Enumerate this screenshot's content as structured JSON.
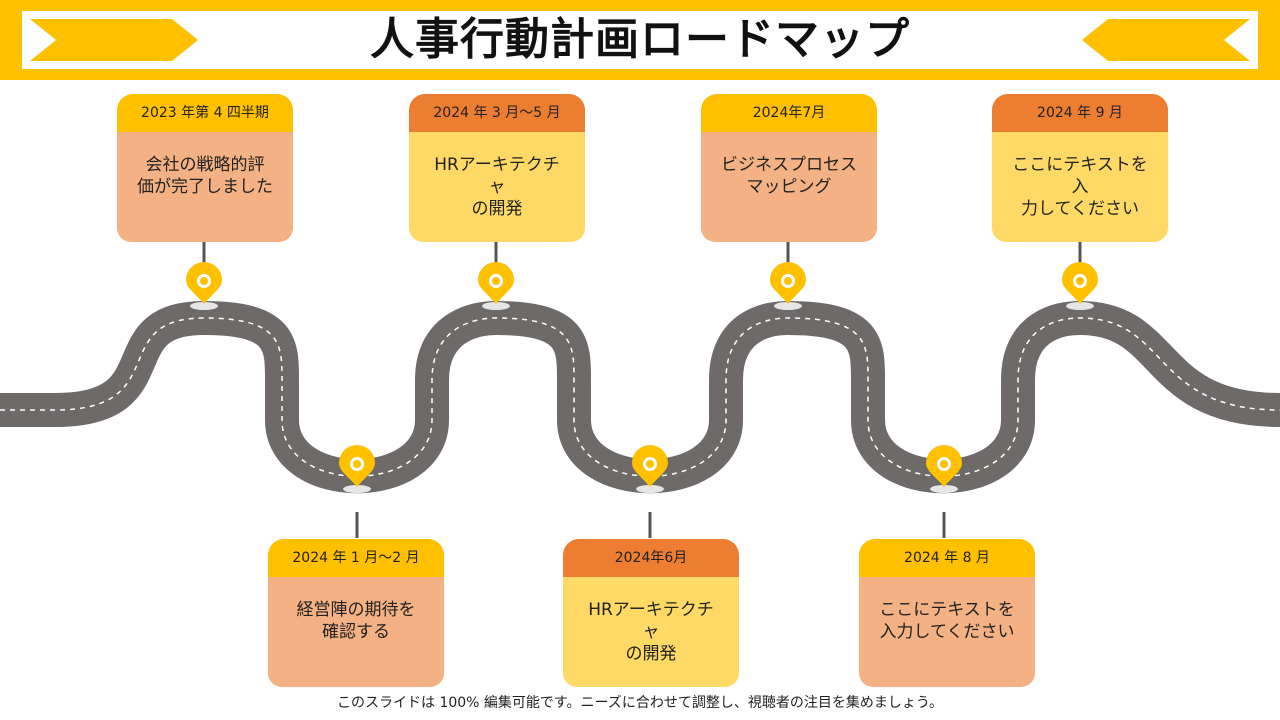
{
  "title": "人事行動計画ロードマップ",
  "colors": {
    "yellow": "#ffc000",
    "orange": "#ed7d31",
    "peach": "#f4b183",
    "light_yellow": "#ffd966",
    "road": "#6d6a69"
  },
  "milestones": [
    {
      "label": "2023 年第 4 四半期",
      "text": "会社の戦略的評\n価が完了しました"
    },
    {
      "label": "2024 年 1 月〜2 月",
      "text": "経営陣の期待を\n確認する"
    },
    {
      "label": "2024 年 3 月〜5 月",
      "text": "HRアーキテクチャ\nの開発"
    },
    {
      "label": "2024年6月",
      "text": "HRアーキテクチャ\nの開発"
    },
    {
      "label": "2024年7月",
      "text": "ビジネスプロセス\nマッピング"
    },
    {
      "label": "2024 年 8 月",
      "text": "ここにテキストを\n入力してください"
    },
    {
      "label": "2024 年 9 月",
      "text": "ここにテキストを入\n力してください"
    }
  ],
  "footer": "このスライドは 100% 編集可能です。ニーズに合わせて調整し、視聴者の注目を集めましょう。"
}
